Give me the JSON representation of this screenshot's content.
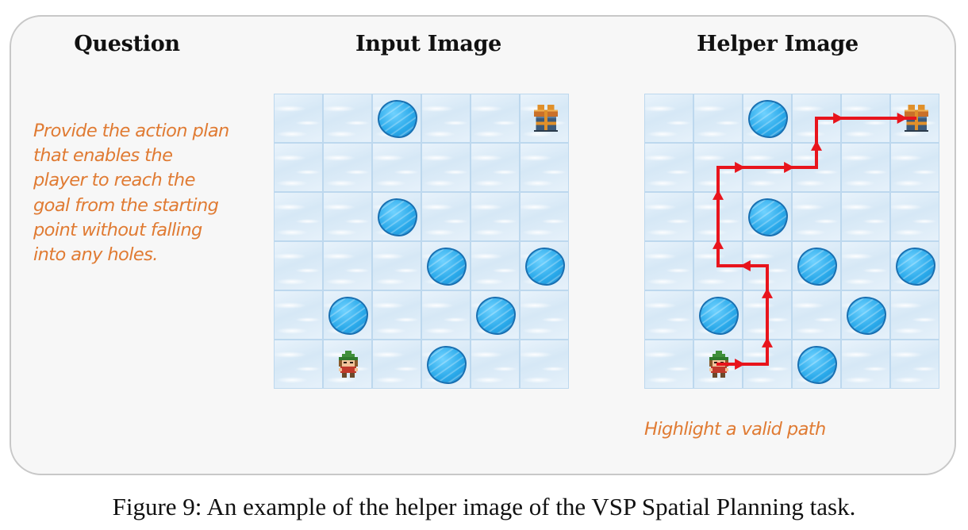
{
  "headings": {
    "question": "Question",
    "input_image": "Input Image",
    "helper_image": "Helper Image"
  },
  "question_lines": [
    "Provide the action plan",
    "that enables the",
    "player to reach the",
    "goal from the starting",
    "point without falling",
    "into any holes."
  ],
  "grid": {
    "rows": 6,
    "cols": 6,
    "holes": [
      [
        0,
        2
      ],
      [
        2,
        2
      ],
      [
        3,
        3
      ],
      [
        3,
        5
      ],
      [
        4,
        1
      ],
      [
        4,
        4
      ],
      [
        5,
        3
      ]
    ],
    "player": [
      5,
      1
    ],
    "goal": [
      0,
      5
    ]
  },
  "helper_path": [
    [
      5,
      1
    ],
    [
      5,
      2
    ],
    [
      4,
      2
    ],
    [
      3,
      2
    ],
    [
      3,
      1
    ],
    [
      2,
      1
    ],
    [
      1,
      1
    ],
    [
      1,
      2
    ],
    [
      1,
      3
    ],
    [
      0,
      3
    ],
    [
      0,
      4
    ],
    [
      0,
      5
    ]
  ],
  "annotation": "Highlight a valid path",
  "caption": "Figure 9: An example of the helper image of the VSP Spatial Planning task.",
  "colors": {
    "question_text": "#e07b33",
    "path": "#e8141c",
    "hole": "#29a9ea",
    "ice": "#dcebf7"
  },
  "icons": {
    "player": "elf-player-icon",
    "goal": "gift-box-icon",
    "hole": "ice-hole-icon"
  }
}
